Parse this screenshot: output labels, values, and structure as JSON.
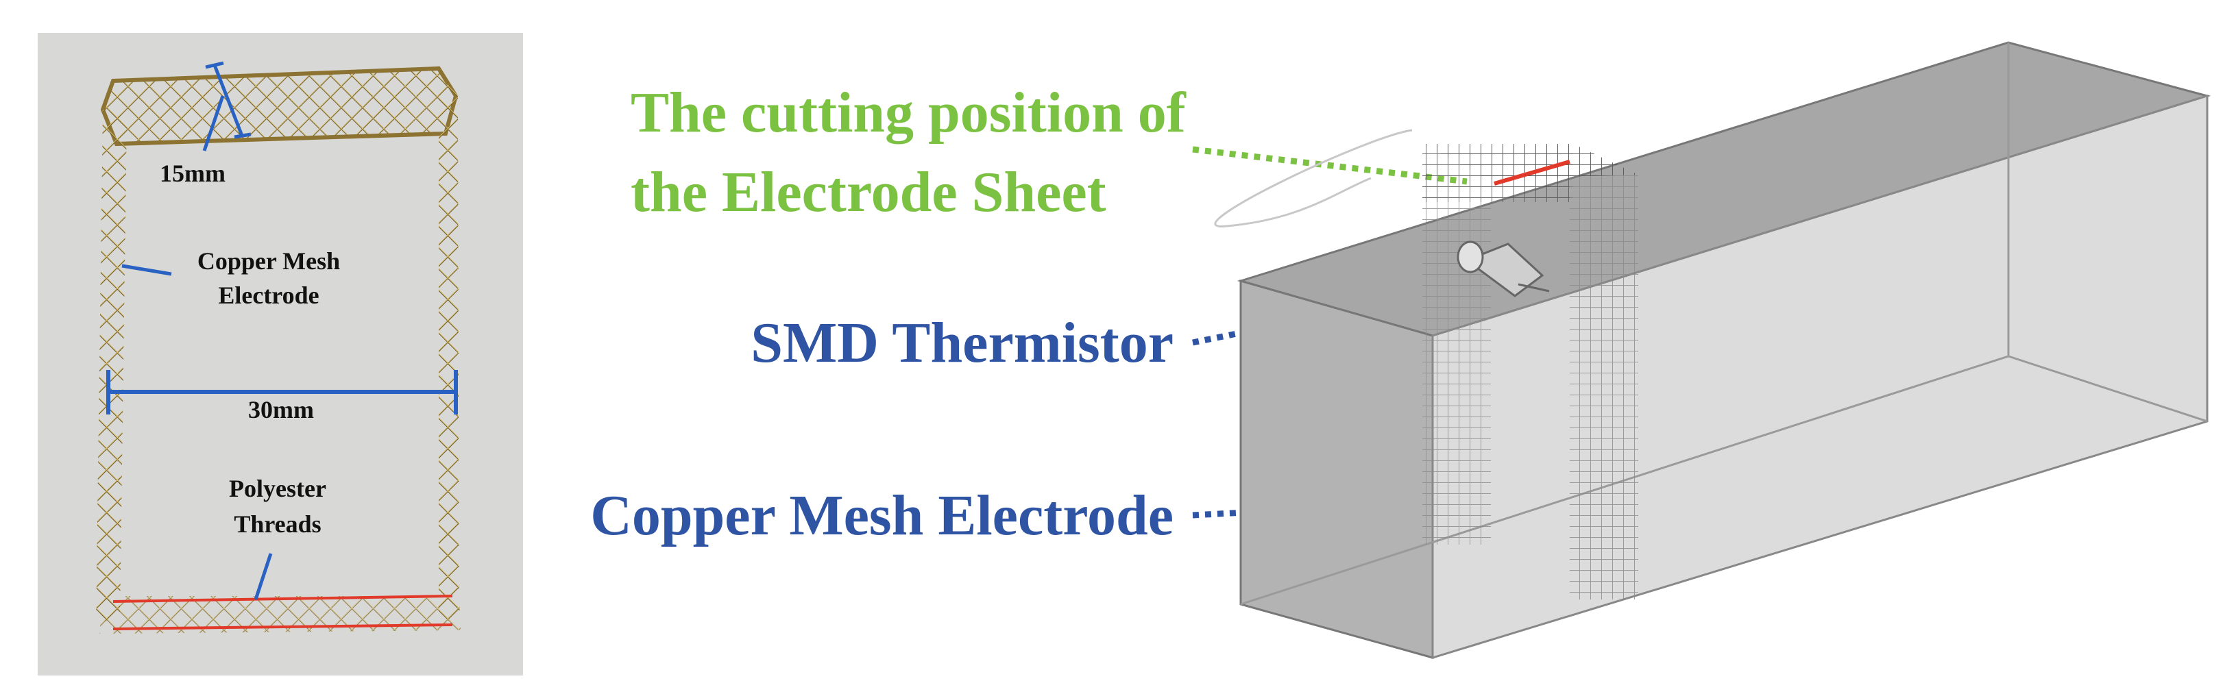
{
  "photo": {
    "dim_top": "15mm",
    "label_electrode_line1": "Copper Mesh",
    "label_electrode_line2": "Electrode",
    "dim_width": "30mm",
    "label_threads_line1": "Polyester",
    "label_threads_line2": "Threads"
  },
  "model": {
    "cutting_line1": "The cutting position of",
    "cutting_line2": "the Electrode Sheet",
    "thermistor": "SMD Thermistor",
    "mesh_electrode": "Copper Mesh Electrode"
  },
  "colors": {
    "green_label": "#7cc242",
    "blue_label": "#2f54a3",
    "dimension_blue": "#2a62c4",
    "thread_red": "#e23a2a",
    "mesh_gold": "#b6953a",
    "photo_bg": "#d8d8d6"
  }
}
